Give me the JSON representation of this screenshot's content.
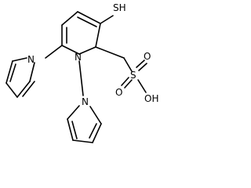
{
  "molecule": {
    "atom_labels": {
      "sh": "SH",
      "n_center": "N",
      "n_left": "N",
      "n_bottom": "N",
      "s_sulfonyl": "S",
      "o_top": "O",
      "o_bottom": "O",
      "oh": "OH"
    },
    "bond_color": "#000000",
    "background": "#ffffff"
  }
}
